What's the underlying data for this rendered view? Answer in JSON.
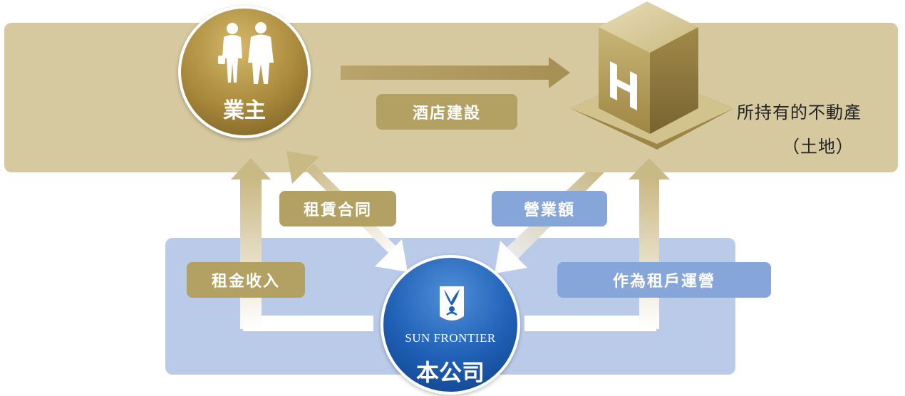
{
  "nodes": {
    "owner_label": "業主",
    "company_label": "本公司",
    "company_brand": "SUN FRONTIER",
    "property_label": "所持有的不動產",
    "property_sub": "（土地）"
  },
  "labels": {
    "hotel_construction": "酒店建設",
    "lease_contract": "租賃合同",
    "revenue": "營業額",
    "rent_income": "租金收入",
    "operation": "作為租戶運營"
  },
  "colors": {
    "gold_band": "#d6c9a0",
    "blue_band": "#b9cbe8",
    "gold_pill": "#b3a063",
    "blue_pill": "#86a5d8",
    "owner_circle": "#a8883a",
    "company_circle": "#1f5fb5"
  }
}
